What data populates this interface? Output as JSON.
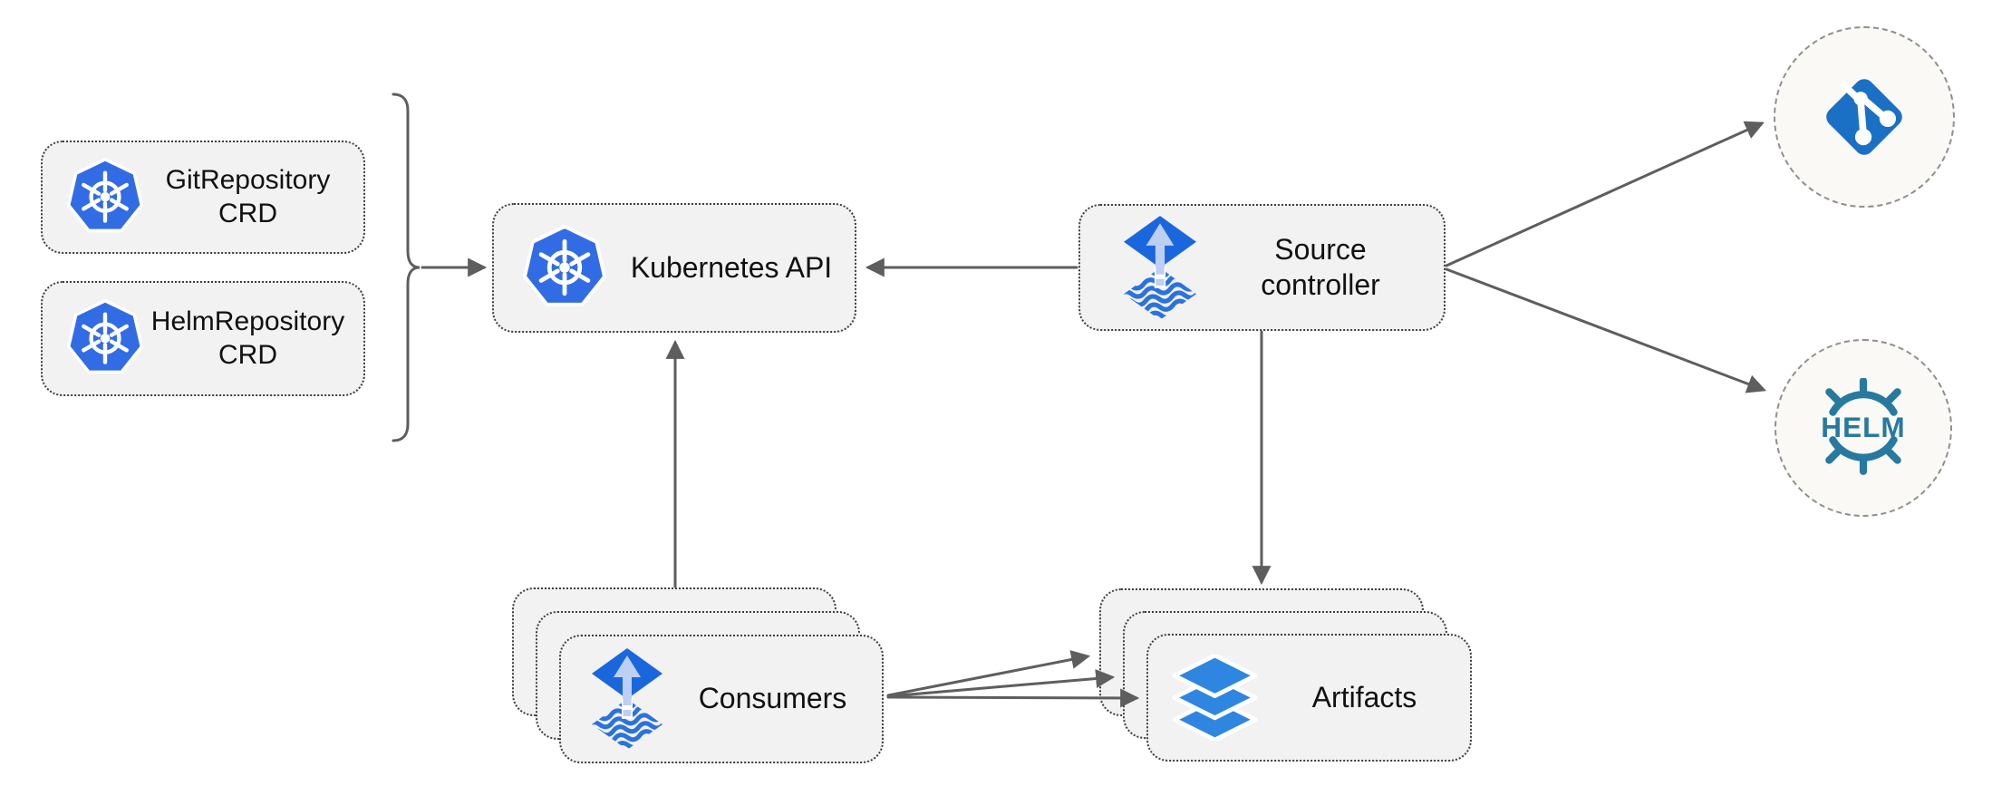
{
  "diagram": {
    "nodes": {
      "gitRepositoryCrd": {
        "lines": [
          "GitRepository",
          "CRD"
        ],
        "icon": "kubernetes-icon"
      },
      "helmRepositoryCrd": {
        "lines": [
          "HelmRepository",
          "CRD"
        ],
        "icon": "kubernetes-icon"
      },
      "kubernetesApi": {
        "label": "Kubernetes API",
        "icon": "kubernetes-icon"
      },
      "sourceController": {
        "lines": [
          "Source",
          "controller"
        ],
        "icon": "flux-icon"
      },
      "consumers": {
        "label": "Consumers",
        "icon": "flux-icon",
        "stacked": 3
      },
      "artifacts": {
        "label": "Artifacts",
        "icon": "layers-icon",
        "stacked": 3
      },
      "gitEndpoint": {
        "icon": "git-icon"
      },
      "helmEndpoint": {
        "icon": "helm-icon",
        "logo_text": "HELM"
      }
    },
    "edges": [
      {
        "from": "crd-group",
        "to": "kubernetesApi"
      },
      {
        "from": "sourceController",
        "to": "kubernetesApi"
      },
      {
        "from": "sourceController",
        "to": "gitEndpoint"
      },
      {
        "from": "sourceController",
        "to": "helmEndpoint"
      },
      {
        "from": "sourceController",
        "to": "artifacts"
      },
      {
        "from": "consumers",
        "to": "kubernetesApi"
      },
      {
        "from": "consumers",
        "to": "artifacts",
        "count": 3
      }
    ]
  },
  "colors": {
    "kubernetes-blue": "#326CE5",
    "flux-diamond-blue": "#1A66DD",
    "flux-arrow-light": "#BDCFF2",
    "flux-wave-blue": "#2B72DD",
    "layers-blue": "#2E86E0",
    "git-blue": "#1A70C4",
    "helm-teal": "#27799F",
    "box-fill": "#F2F2F2",
    "box-border": "#3E3E3E",
    "circle-fill": "#FAF9F5",
    "circle-border": "#8F8F8F",
    "arrow-gray": "#5E5E5E",
    "text-color": "#111111"
  }
}
